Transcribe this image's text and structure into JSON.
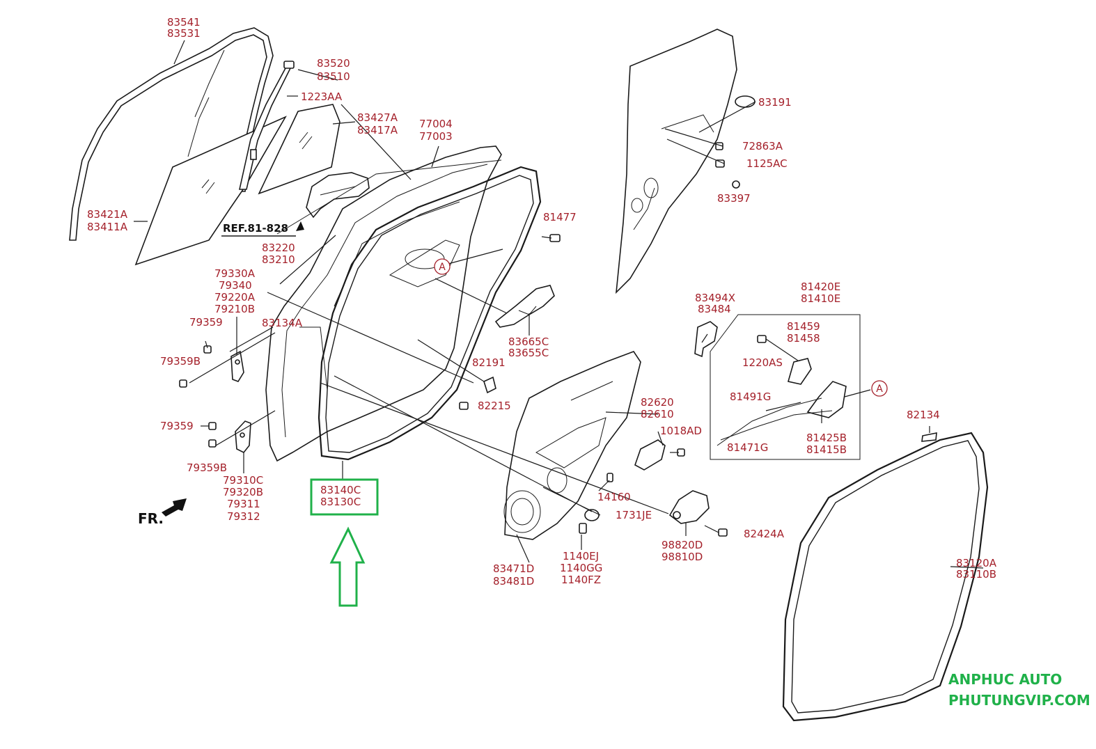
{
  "labels": {
    "l83541": "83541",
    "l83531": "83531",
    "l83520": "83520",
    "l83510": "83510",
    "l1223AA": "1223AA",
    "l83427A": "83427A",
    "l83417A": "83417A",
    "l77004": "77004",
    "l77003": "77003",
    "l83421A": "83421A",
    "l83411A": "83411A",
    "l83220": "83220",
    "l83210": "83210",
    "l79330A": "79330A",
    "l79340": "79340",
    "l79220A": "79220A",
    "l79210B": "79210B",
    "l79359a": "79359",
    "l83134A": "83134A",
    "l79359Ba": "79359B",
    "l79359b": "79359",
    "l79359Bb": "79359B",
    "l79310C": "79310C",
    "l79320B": "79320B",
    "l79311": "79311",
    "l79312": "79312",
    "l81477": "81477",
    "l83665C": "83665C",
    "l83655C": "83655C",
    "l82191": "82191",
    "l82215": "82215",
    "l83140C": "83140C",
    "l83130C": "83130C",
    "l83191": "83191",
    "l72863A": "72863A",
    "l1125AC": "1125AC",
    "l83397": "83397",
    "l83494X": "83494X",
    "l83484": "83484",
    "l81420E": "81420E",
    "l81410E": "81410E",
    "l81459": "81459",
    "l81458": "81458",
    "l1220AS": "1220AS",
    "l81491G": "81491G",
    "l81471G": "81471G",
    "l81425B": "81425B",
    "l81415B": "81415B",
    "l82620": "82620",
    "l82610": "82610",
    "l1018AD": "1018AD",
    "l14160": "14160",
    "l1731JE": "1731JE",
    "l98820D": "98820D",
    "l98810D": "98810D",
    "l82424A": "82424A",
    "l83471D": "83471D",
    "l83481D": "83481D",
    "l1140EJ": "1140EJ",
    "l1140GG": "1140GG",
    "l1140FZ": "1140FZ",
    "l82134": "82134",
    "l83120A": "83120A",
    "l83110B": "83110B"
  },
  "ref_label": "REF.81-828",
  "fr_label": "FR.",
  "marker_a": "A",
  "watermark": {
    "line1": "ANPHUC AUTO",
    "line2": "PHUTUNGVIP.COM"
  },
  "colors": {
    "label": "#a4202a",
    "highlight": "#20b14a",
    "line": "#1a1a1a"
  }
}
